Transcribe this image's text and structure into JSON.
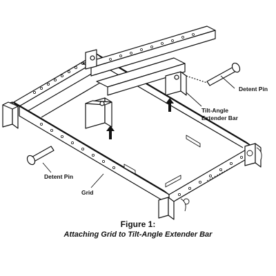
{
  "labels": {
    "detent_pin_right": "Detent Pin",
    "extender_bar_line1": "Tilt-Angle",
    "extender_bar_line2": "Extender Bar",
    "detent_pin_left": "Detent Pin",
    "grid": "Grid"
  },
  "caption": {
    "title": "Figure 1:",
    "subtitle": "Attaching Grid to Tilt-Angle Extender Bar"
  }
}
